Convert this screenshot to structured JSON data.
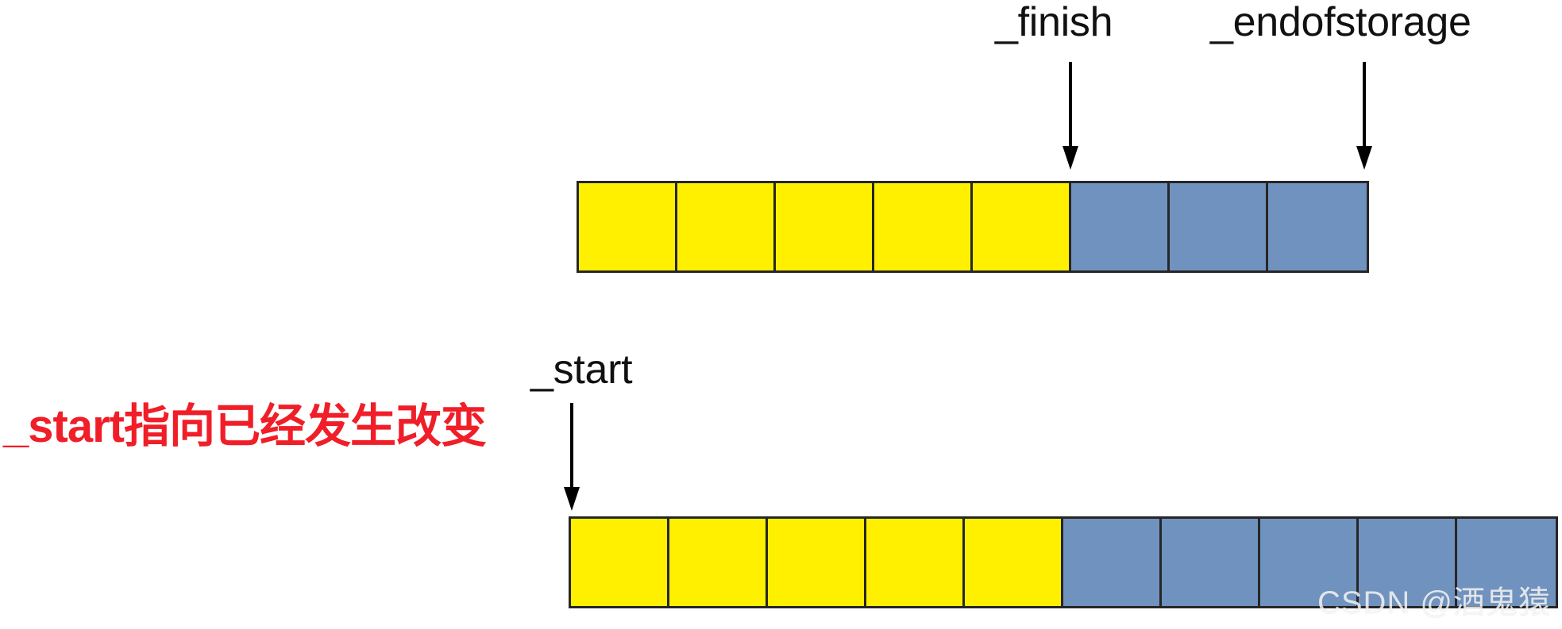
{
  "diagram": {
    "title_note_red": "_start指向已经发生改变",
    "pointers": [
      {
        "id": "finish",
        "label": "_finish",
        "icon": "down-arrow-icon"
      },
      {
        "id": "endofstorage",
        "label": "_endofstorage",
        "icon": "down-arrow-icon"
      },
      {
        "id": "start",
        "label": "_start",
        "icon": "down-arrow-icon"
      }
    ],
    "rows": [
      {
        "id": "top",
        "total_cells": 8,
        "used_cells": 5,
        "free_cells": 3,
        "cells": [
          "used",
          "used",
          "used",
          "used",
          "used",
          "free",
          "free",
          "free"
        ]
      },
      {
        "id": "bottom",
        "total_cells": 10,
        "used_cells": 5,
        "free_cells": 5,
        "cells": [
          "used",
          "used",
          "used",
          "used",
          "used",
          "free",
          "free",
          "free",
          "free",
          "free"
        ]
      }
    ],
    "colors": {
      "used": "#FFF000",
      "free": "#7092BE",
      "border": "#262626",
      "note_red": "#F01E28",
      "label": "#111111",
      "background": "#FFFFFF"
    }
  },
  "watermark": {
    "text": "CSDN @酒鬼猿"
  }
}
